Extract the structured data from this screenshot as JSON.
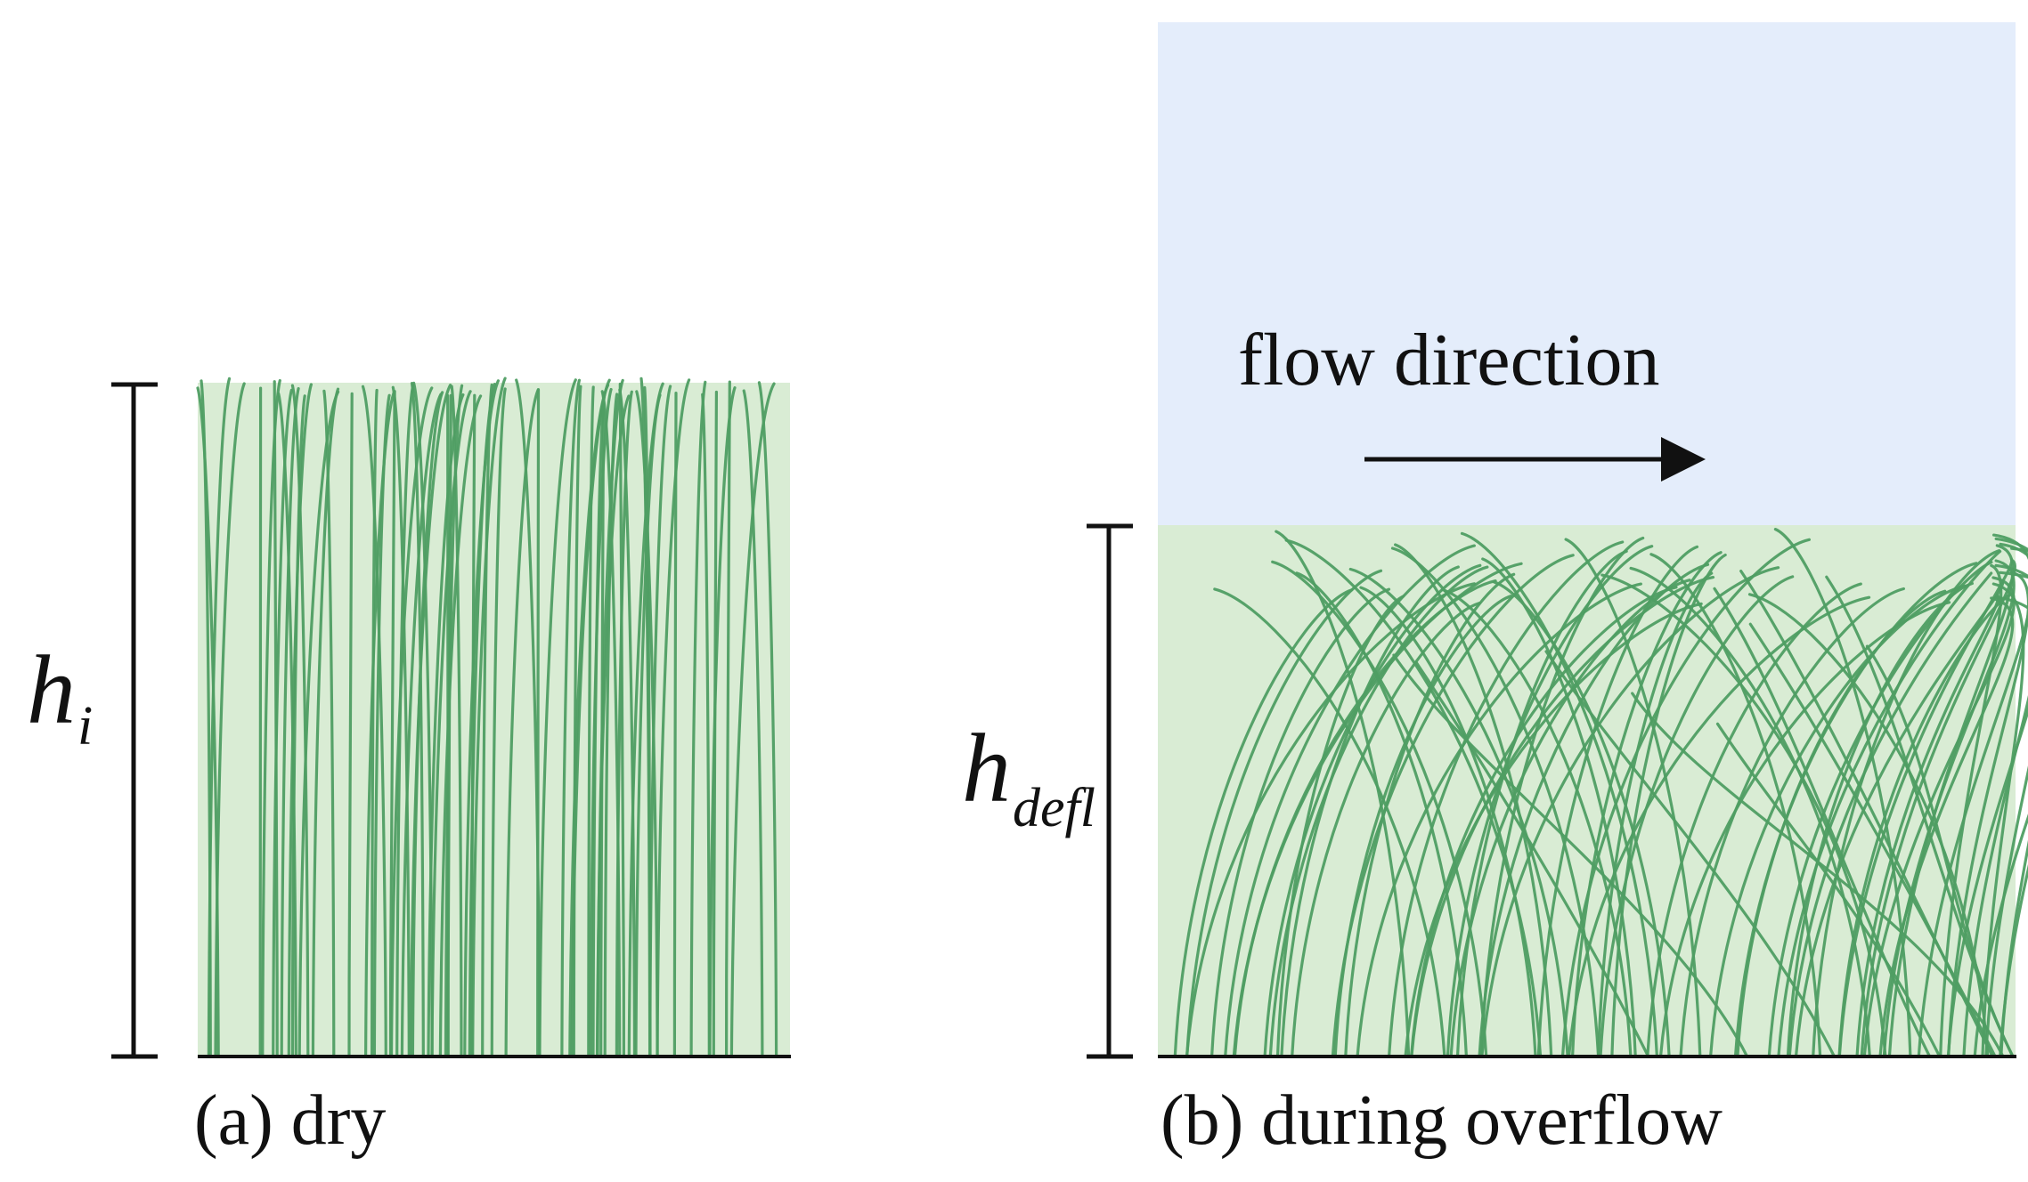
{
  "panel_a": {
    "caption": "(a) dry",
    "height_symbol": "h",
    "height_subscript": "i"
  },
  "panel_b": {
    "caption": "(b) during overflow",
    "flow_label": "flow direction",
    "height_symbol": "h",
    "height_subscript": "defl"
  },
  "colors": {
    "water": "#e4edfb",
    "vegetation_fill": "#d9ecd4",
    "blade_stroke": "#4f9e63",
    "line": "#111111"
  }
}
